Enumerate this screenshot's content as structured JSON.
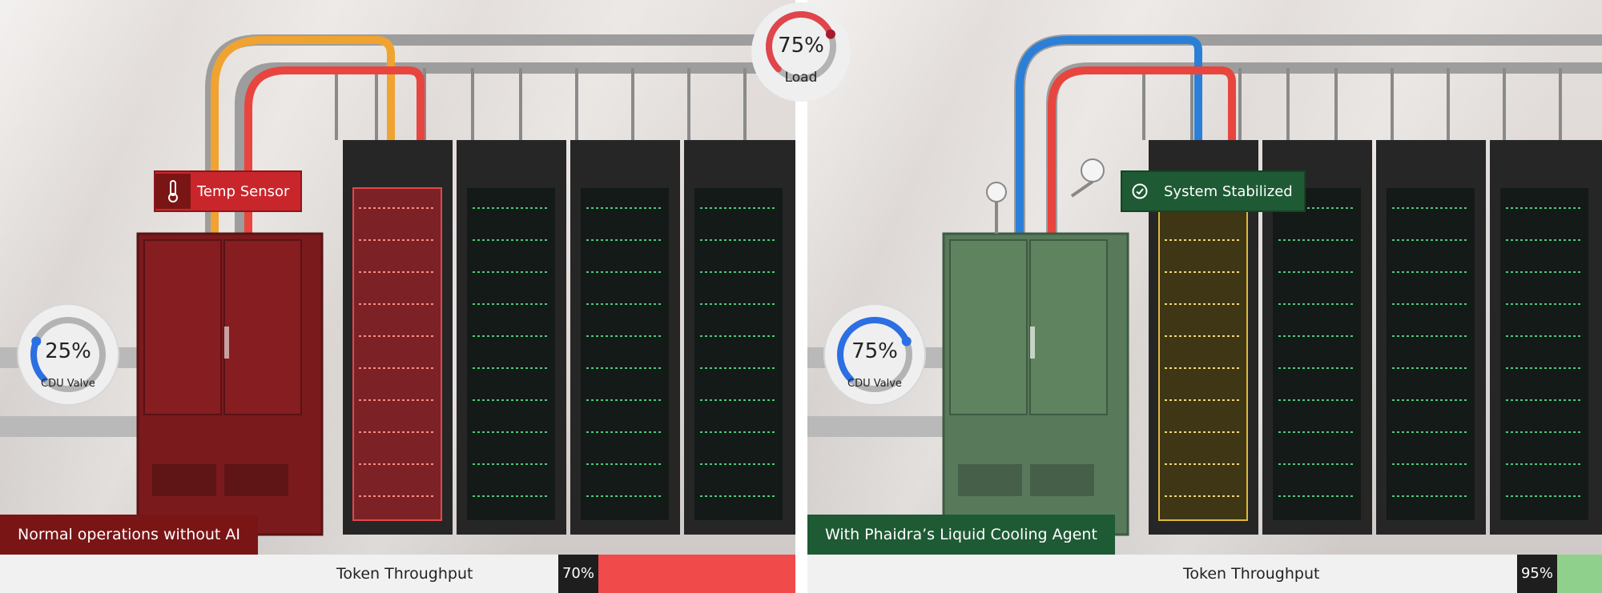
{
  "center_gauge": {
    "value": "75%",
    "label": "Load",
    "level_pct": 75
  },
  "left_panel": {
    "caption": "Normal operations without AI",
    "badge": {
      "label": "Temp Sensor",
      "icon": "thermometer-icon"
    },
    "valve_gauge": {
      "value": "25%",
      "label": "CDU Valve",
      "level_pct": 25
    },
    "throughput": {
      "label": "Token Throughput",
      "value": "70%",
      "level_pct": 70
    },
    "colors": {
      "cabinet": "#7a1a1d",
      "hot_pipe": "#e8453f",
      "warm_pipe": "#f0a330",
      "fill": "#f04a4a"
    }
  },
  "right_panel": {
    "caption": "With Phaidra’s Liquid Cooling Agent",
    "badge": {
      "label": "System Stabilized",
      "icon": "check-circle-icon"
    },
    "valve_gauge": {
      "value": "75%",
      "label": "CDU Valve",
      "level_pct": 75
    },
    "throughput": {
      "label": "Token Throughput",
      "value": "95%",
      "level_pct": 95
    },
    "colors": {
      "cabinet": "#587a5b",
      "hot_pipe": "#e8453f",
      "cool_pipe": "#2b7fd6",
      "fill": "#8fd18c"
    }
  }
}
